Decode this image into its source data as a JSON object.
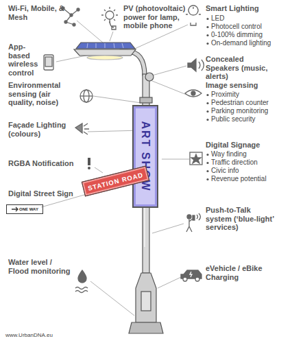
{
  "diagram": {
    "nodes": [
      {
        "text": [
          "ART SHOW"
        ]
      },
      {
        "text": [
          "STATION ROAD"
        ]
      },
      {
        "text": [
          "ONE WAY"
        ]
      }
    ],
    "labels": [
      "Wi-Fi, Mobile, & Mesh",
      "PV (photovoltaic) power for lamp, mobile phone",
      "Smart Lighting",
      "LED",
      "Photocell control",
      "0-100% dimming",
      "On-demand lighting",
      "App-based wireless control",
      "Concealed Speakers (music, alerts)",
      "Environmental sensing (air quality, noise)",
      "Image sensing",
      "Proximity",
      "Pedestrian counter",
      "Parking monitoring",
      "Public security",
      "Façade Lighting (colours)",
      "Digital Signage",
      "Way finding",
      "Traffic direction",
      "Civic info",
      "Revenue potential",
      "RGBA Notification",
      "Digital Street Sign",
      "Push-to-Talk system (‘blue-light’ services)",
      "Water level / Flood monitoring",
      "eVehicle / eBike Charging",
      "www.UrbanDNA.eu"
    ]
  }
}
